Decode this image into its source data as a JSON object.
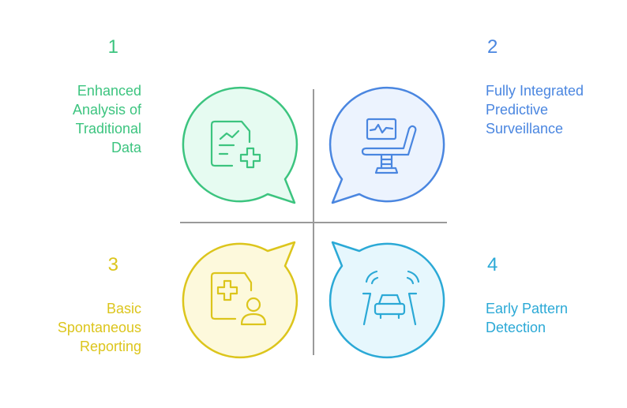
{
  "quadrants": [
    {
      "number": "1",
      "title_lines": [
        "Enhanced",
        "Analysis of",
        "Traditional",
        "Data"
      ],
      "icon": "medical-document-chart-icon",
      "color": "#3cc47f",
      "fill": "#e6fbf1"
    },
    {
      "number": "2",
      "title_lines": [
        "Fully Integrated",
        "Predictive",
        "Surveillance"
      ],
      "icon": "patient-monitor-chair-icon",
      "color": "#4a86e0",
      "fill": "#ecf3fe"
    },
    {
      "number": "3",
      "title_lines": [
        "Basic",
        "Spontaneous",
        "Reporting"
      ],
      "icon": "medical-record-person-icon",
      "color": "#dcc51c",
      "fill": "#fdf9dc"
    },
    {
      "number": "4",
      "title_lines": [
        "Early Pattern",
        "Detection"
      ],
      "icon": "car-sensor-road-icon",
      "color": "#2ba9d6",
      "fill": "#e6f7fd"
    }
  ],
  "axes_color": "#9a9a9a"
}
